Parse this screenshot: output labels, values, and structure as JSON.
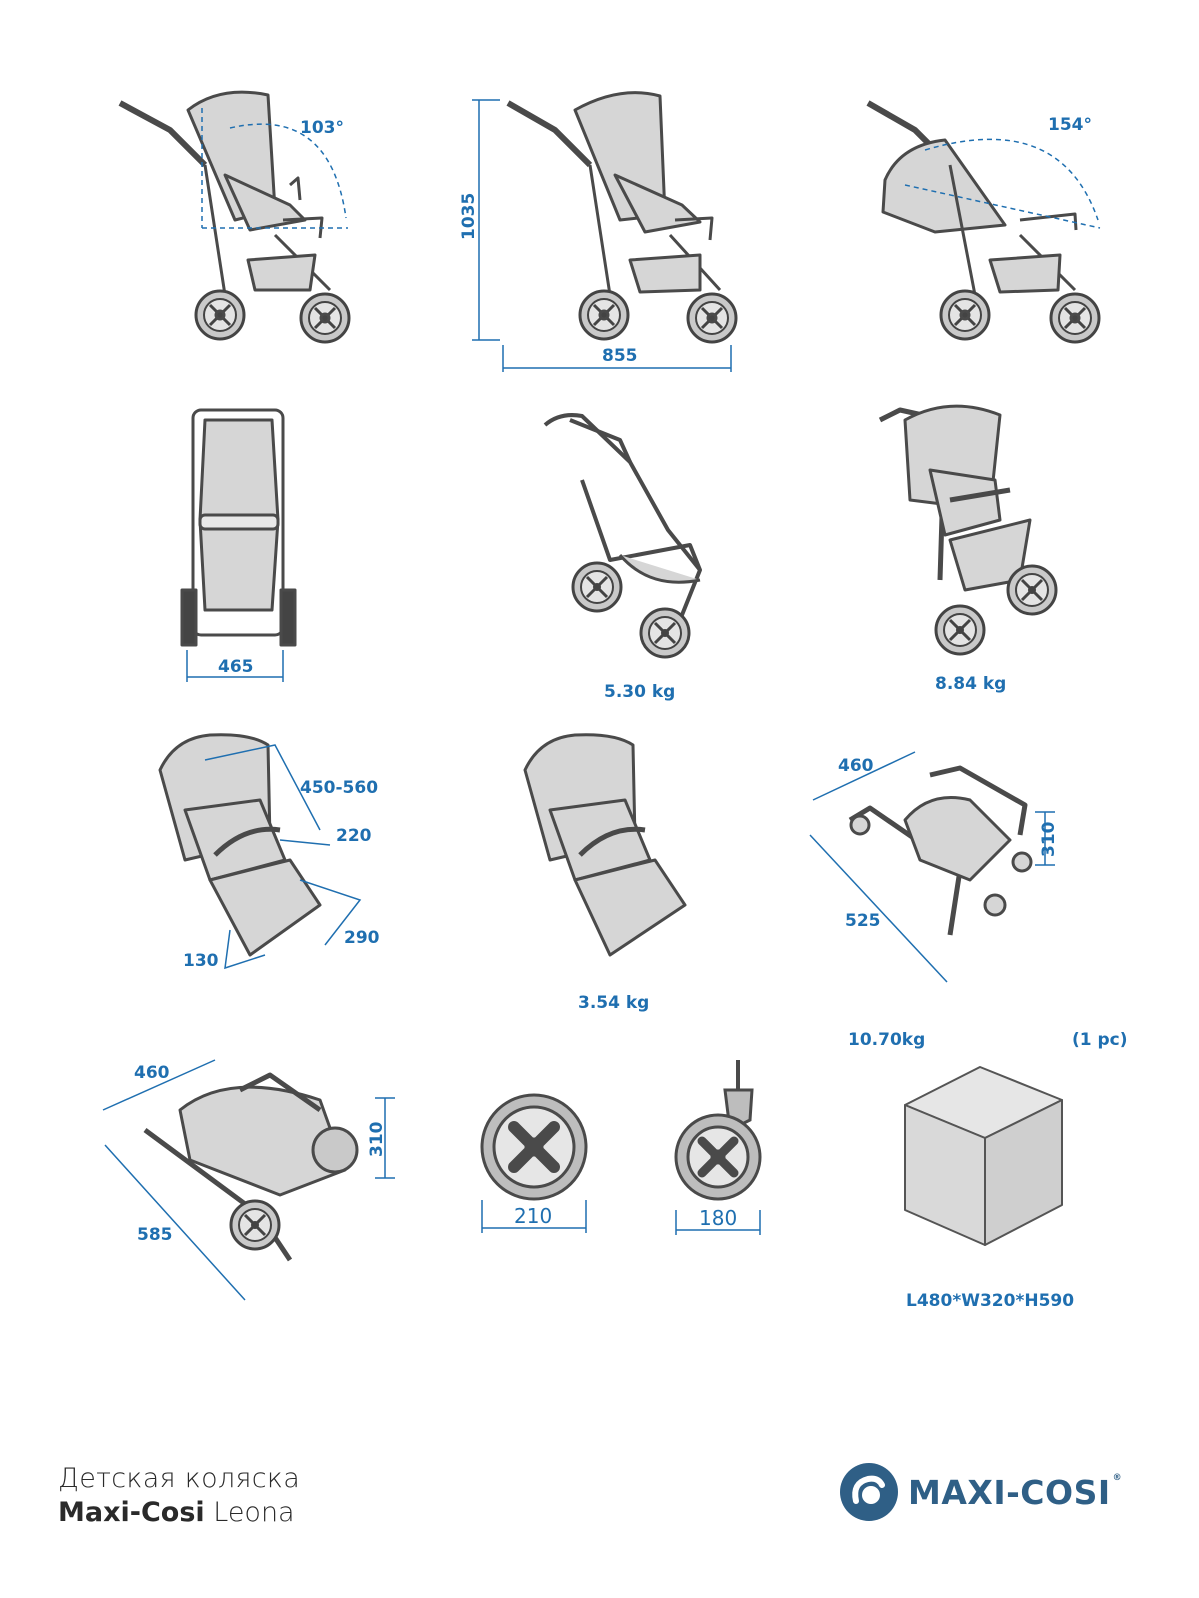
{
  "dimensions": {
    "recline_min_angle": "103°",
    "height": "1035",
    "length": "855",
    "recline_max_angle": "154°",
    "width": "465",
    "frame_weight": "5.30 kg",
    "total_weight": "8.84 kg",
    "seat_back_height": "450-560",
    "seat_width": "220",
    "seat_depth": "290",
    "footrest": "130",
    "seat_weight": "3.54 kg",
    "fold_no_seat_width": "460",
    "fold_no_seat_height": "310",
    "fold_no_seat_length": "525",
    "fold_width": "460",
    "fold_height": "310",
    "fold_length": "585",
    "rear_wheel": "210",
    "front_wheel": "180"
  },
  "package": {
    "weight": "10.70kg",
    "count": "(1 pc)",
    "size": "L480*W320*H590"
  },
  "footer": {
    "line1": "Детская коляска",
    "brand": "Maxi-Cosi",
    "model": "Leona"
  },
  "logo": {
    "text": "MAXI-COSI",
    "reg": "®",
    "color": "#2f5f86"
  },
  "colors": {
    "dimension": "#1f6fb0",
    "drawing": "#4a4a4a",
    "fill": "#d6d6d6"
  }
}
